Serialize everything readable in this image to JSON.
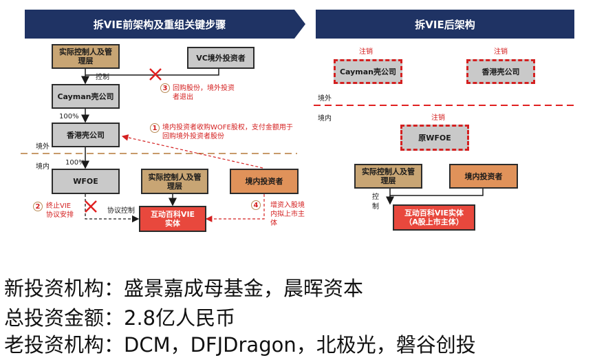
{
  "left_banner": "拆VIE前架构及重组关键步骤",
  "right_banner": "拆VIE后架构",
  "colors": {
    "banner": "#1f3364",
    "tan": "#c8a574",
    "gray": "#c9c9c9",
    "orange": "#e0925a",
    "red": "#e8483d",
    "annotation_red": "#d42020"
  },
  "left": {
    "controller": "实际控制人及管理层",
    "vc_investor": "VC境外投资者",
    "control_label": "控制",
    "cayman": "Cayman壳公司",
    "pct_cayman_hk": "100%",
    "hk_shell": "香港壳公司",
    "overseas": "境外",
    "domestic": "境内",
    "pct_hk_wfoe": "100%",
    "wfoe": "WFOE",
    "controller2": "实际控制人及管理层",
    "domestic_investor": "境内投资者",
    "vie_entity": "互动百科VIE实体",
    "agreement_control": "协议控制",
    "step1_num": "1",
    "step1_text": "境内投资者收购WOFE股权，支付金额用于回购境外投资者股份",
    "step2_num": "2",
    "step2_text": "终止VIE协议安排",
    "step3_num": "3",
    "step3_text": "回购股份，境外投资者退出",
    "step4_num": "4",
    "step4_text": "增资入股境内拟上市主体"
  },
  "right": {
    "cancel1": "注销",
    "cayman": "Cayman壳公司",
    "cancel2": "注销",
    "hk_shell": "香港壳公司",
    "overseas": "境外",
    "domestic": "境内",
    "cancel3": "注销",
    "orig_wfoe": "原WFOE",
    "controller": "实际控制人及管理层",
    "domestic_investor": "境内投资者",
    "control_label": "控制",
    "vie_entity": "互动百科VIE实体（A股上市主体）"
  },
  "bottom": {
    "line1": "新投资机构：盛景嘉成母基金，晨晖资本",
    "line2": "总投资金额：2.8亿人民币",
    "line3": "老投资机构：DCM，DFJDragon，北极光，磐谷创投"
  }
}
